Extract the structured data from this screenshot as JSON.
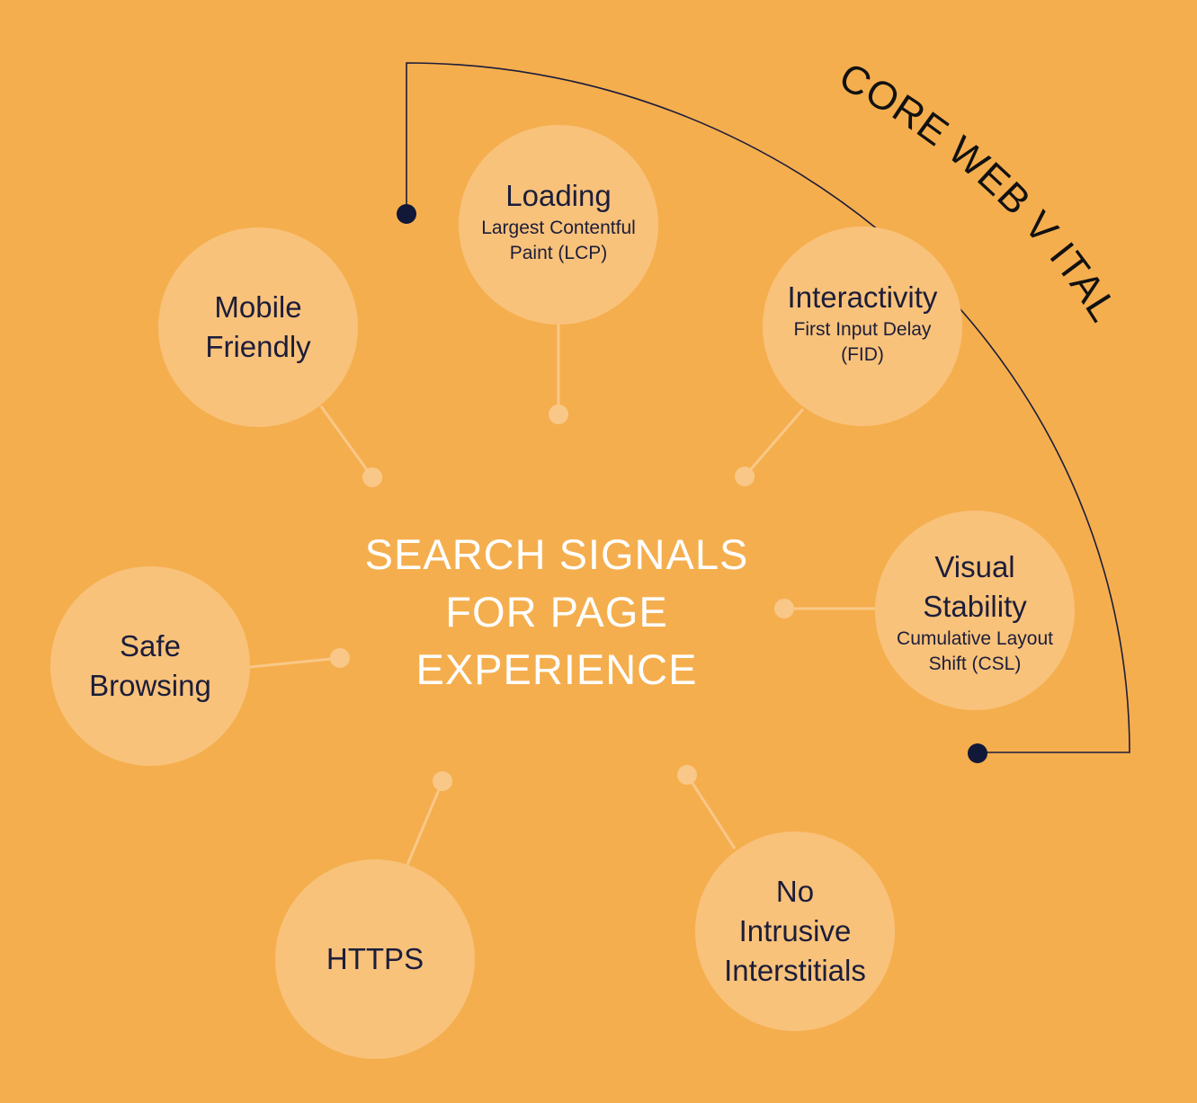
{
  "center": {
    "title": "SEARCH SIGNALS\nFOR PAGE\nEXPERIENCE"
  },
  "arc_label": "CORE WEB V ITALS",
  "nodes": {
    "loading": {
      "title": "Loading",
      "sub": "Largest Contentful\nPaint (LCP)"
    },
    "interactivity": {
      "title": "Interactivity",
      "sub": "First Input Delay\n(FID)"
    },
    "visual_stability": {
      "title": "Visual\nStability",
      "sub": "Cumulative Layout\nShift (CSL)"
    },
    "mobile_friendly": {
      "title": "Mobile\nFriendly"
    },
    "safe_browsing": {
      "title": "Safe\nBrowsing"
    },
    "https": {
      "title": "HTTPS"
    },
    "no_intrusive": {
      "title": "No\nIntrusive\nInterstitials"
    }
  },
  "colors": {
    "background": "#F5AE4E",
    "node_fill": "#F8C27A",
    "connector": "#F9C888",
    "text_dark": "#1C1D3A",
    "center_text": "#FFFFFF",
    "arc_line": "#1C1D3A"
  }
}
